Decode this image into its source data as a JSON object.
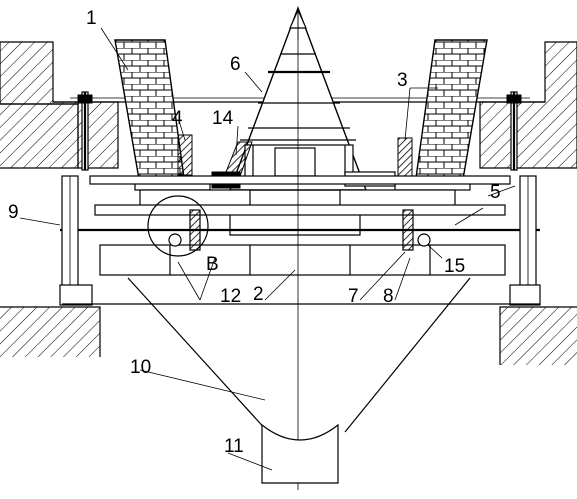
{
  "diagram": {
    "labels": {
      "l1": "1",
      "l2": "2",
      "l3": "3",
      "l4": "4",
      "l5": "5",
      "l6": "6",
      "l7": "7",
      "l8": "8",
      "l9": "9",
      "l10": "10",
      "l11": "11",
      "l12": "12",
      "l14": "14",
      "l15": "15",
      "detail": "B"
    }
  }
}
